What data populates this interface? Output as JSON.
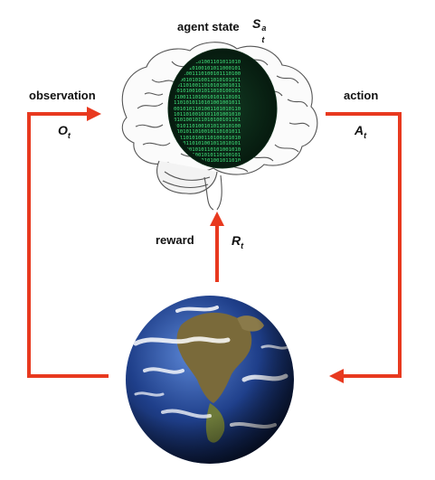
{
  "labels": {
    "agent_state": "agent state",
    "observation": "observation",
    "action": "action",
    "reward": "reward"
  },
  "symbols": {
    "state": {
      "base": "S",
      "sup": "a",
      "sub": "t"
    },
    "observation": {
      "base": "O",
      "sub": "t"
    },
    "action": {
      "base": "A",
      "sub": "t"
    },
    "reward": {
      "base": "R",
      "sub": "t"
    }
  },
  "colors": {
    "arrow": "#e8391f",
    "screen_bg": "#0a2416",
    "screen_text": "#3fe07a",
    "ocean": "#1f3f8a",
    "land": "#7a6a3a"
  },
  "icons": {
    "brain": "brain-icon",
    "earth": "earth-globe-icon"
  }
}
